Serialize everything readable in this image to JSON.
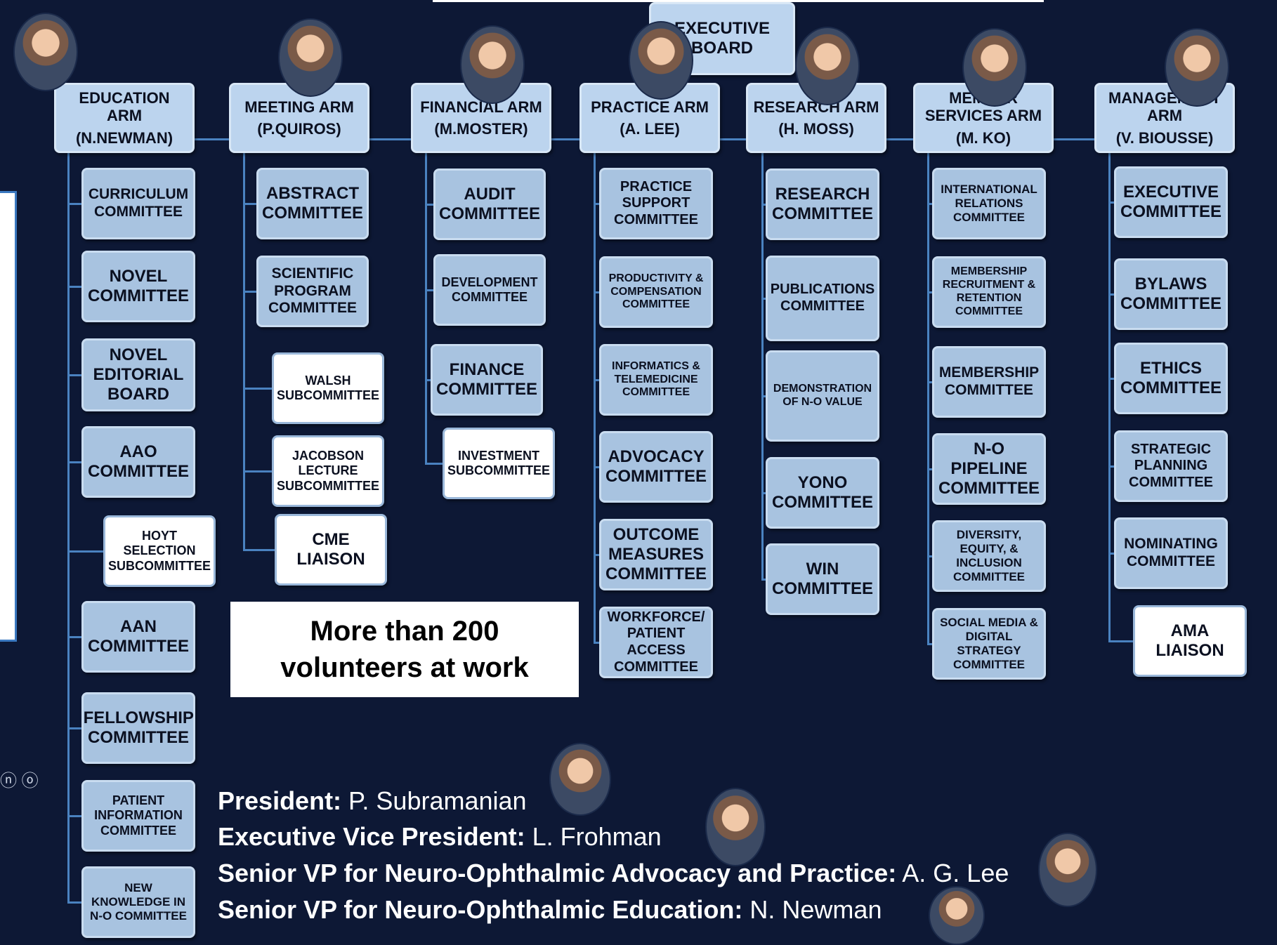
{
  "executive_board": "EXECUTIVE BOARD",
  "arms": [
    {
      "name": "EDUCATION ARM",
      "lead": "(N.NEWMAN)",
      "committees": [
        {
          "label": "CURRICULUM COMMITTEE",
          "style": "blue"
        },
        {
          "label": "NOVEL COMMITTEE",
          "style": "blue"
        },
        {
          "label": "NOVEL EDITORIAL BOARD",
          "style": "blue"
        },
        {
          "label": "AAO COMMITTEE",
          "style": "blue"
        },
        {
          "label": "HOYT SELECTION SUBCOMMITTEE",
          "style": "white"
        },
        {
          "label": "AAN COMMITTEE",
          "style": "blue"
        },
        {
          "label": "FELLOWSHIP COMMITTEE",
          "style": "blue"
        },
        {
          "label": "PATIENT INFORMATION COMMITTEE",
          "style": "blue"
        },
        {
          "label": "NEW KNOWLEDGE IN N-O COMMITTEE",
          "style": "blue"
        }
      ]
    },
    {
      "name": "MEETING ARM",
      "lead": "(P.QUIROS)",
      "committees": [
        {
          "label": "ABSTRACT COMMITTEE",
          "style": "blue"
        },
        {
          "label": "SCIENTIFIC PROGRAM COMMITTEE",
          "style": "blue"
        },
        {
          "label": "WALSH SUBCOMMITTEE",
          "style": "white"
        },
        {
          "label": "JACOBSON LECTURE SUBCOMMITTEE",
          "style": "white"
        },
        {
          "label": "CME LIAISON",
          "style": "white"
        }
      ]
    },
    {
      "name": "FINANCIAL ARM",
      "lead": "(M.MOSTER)",
      "committees": [
        {
          "label": "AUDIT COMMITTEE",
          "style": "blue"
        },
        {
          "label": "DEVELOPMENT COMMITTEE",
          "style": "blue"
        },
        {
          "label": "FINANCE COMMITTEE",
          "style": "blue"
        },
        {
          "label": "INVESTMENT SUBCOMMITTEE",
          "style": "white"
        }
      ]
    },
    {
      "name": "PRACTICE ARM",
      "lead": "(A. LEE)",
      "committees": [
        {
          "label": "PRACTICE SUPPORT COMMITTEE",
          "style": "blue"
        },
        {
          "label": "PRODUCTIVITY & COMPENSATION COMMITTEE",
          "style": "blue"
        },
        {
          "label": "INFORMATICS & TELEMEDICINE COMMITTEE",
          "style": "blue"
        },
        {
          "label": "ADVOCACY COMMITTEE",
          "style": "blue"
        },
        {
          "label": "OUTCOME MEASURES COMMITTEE",
          "style": "blue"
        },
        {
          "label": "WORKFORCE/ PATIENT ACCESS COMMITTEE",
          "style": "blue"
        }
      ]
    },
    {
      "name": "RESEARCH ARM",
      "lead": "(H. MOSS)",
      "committees": [
        {
          "label": "RESEARCH COMMITTEE",
          "style": "blue"
        },
        {
          "label": "PUBLICATIONS COMMITTEE",
          "style": "blue"
        },
        {
          "label": "DEMONSTRATION OF N-O VALUE",
          "style": "blue"
        },
        {
          "label": "YONO COMMITTEE",
          "style": "blue"
        },
        {
          "label": "WIN COMMITTEE",
          "style": "blue"
        }
      ]
    },
    {
      "name": "MEMBER SERVICES ARM",
      "lead": "(M. KO)",
      "committees": [
        {
          "label": "INTERNATIONAL RELATIONS COMMITTEE",
          "style": "blue"
        },
        {
          "label": "MEMBERSHIP RECRUITMENT & RETENTION COMMITTEE",
          "style": "blue"
        },
        {
          "label": "MEMBERSHIP COMMITTEE",
          "style": "blue"
        },
        {
          "label": "N-O PIPELINE COMMITTEE",
          "style": "blue"
        },
        {
          "label": "DIVERSITY, EQUITY, & INCLUSION COMMITTEE",
          "style": "blue"
        },
        {
          "label": "SOCIAL MEDIA & DIGITAL STRATEGY COMMITTEE",
          "style": "blue"
        }
      ]
    },
    {
      "name": "MANAGEMENT ARM",
      "lead": "(V. BIOUSSE)",
      "committees": [
        {
          "label": "EXECUTIVE COMMITTEE",
          "style": "blue"
        },
        {
          "label": "BYLAWS COMMITTEE",
          "style": "blue"
        },
        {
          "label": "ETHICS COMMITTEE",
          "style": "blue"
        },
        {
          "label": "STRATEGIC PLANNING COMMITTEE",
          "style": "blue"
        },
        {
          "label": "NOMINATING COMMITTEE",
          "style": "blue"
        },
        {
          "label": "AMA LIAISON",
          "style": "white"
        }
      ]
    }
  ],
  "volunteers": {
    "line1": "More than 200",
    "line2": "volunteers at work"
  },
  "leadership": [
    {
      "title": "President:",
      "name": " P. Subramanian"
    },
    {
      "title": "Executive Vice President:",
      "name": " L. Frohman"
    },
    {
      "title": "Senior VP for Neuro-Ophthalmic Advocacy and Practice:",
      "name": " A. G. Lee"
    },
    {
      "title": "Senior VP for Neuro-Ophthalmic Education:",
      "name": " N. Newman"
    }
  ],
  "colors": {
    "background": "#0d1835",
    "connector": "#4a82c0",
    "box": "#a8c3e0",
    "header": "#bcd4ee"
  },
  "side_glyphs": "ⓝ ⓞ"
}
